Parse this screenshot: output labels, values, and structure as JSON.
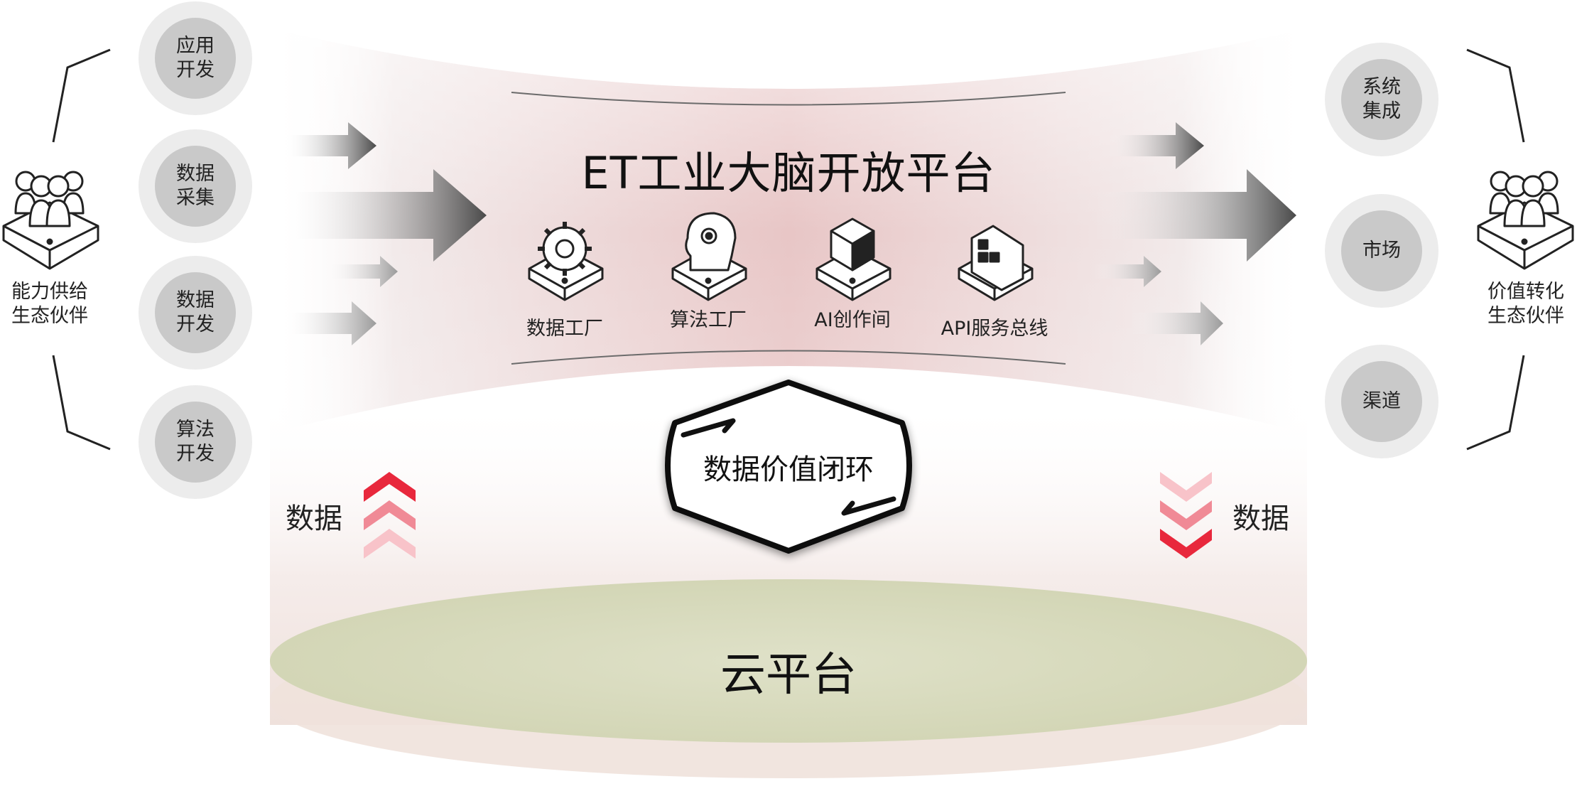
{
  "platform": {
    "title": "ET工业大脑开放平台",
    "modules": [
      {
        "label": "数据工厂",
        "icon": "gear-server-icon"
      },
      {
        "label": "算法工厂",
        "icon": "brain-gear-server-icon"
      },
      {
        "label": "AI创作间",
        "icon": "box-server-icon"
      },
      {
        "label": "API服务总线",
        "icon": "api-server-icon"
      }
    ]
  },
  "left": {
    "group_label": [
      "能力供给",
      "生态伙伴"
    ],
    "items": [
      [
        "应用",
        "开发"
      ],
      [
        "数据",
        "采集"
      ],
      [
        "数据",
        "开发"
      ],
      [
        "算法",
        "开发"
      ]
    ],
    "data_label": "数据"
  },
  "right": {
    "group_label": [
      "价值转化",
      "生态伙伴"
    ],
    "items": [
      [
        "系统",
        "集成"
      ],
      [
        "市场"
      ],
      [
        "渠道"
      ]
    ],
    "data_label": "数据"
  },
  "loop": {
    "label": "数据价值闭环"
  },
  "cloud": {
    "label": "云平台"
  },
  "colors": {
    "accent_red": "#e8283c",
    "platform_tint": "#e9c9c9",
    "cloud_green": "#dcdfc4",
    "circle_outer": "#ececec",
    "circle_inner": "#c8c8c8"
  }
}
